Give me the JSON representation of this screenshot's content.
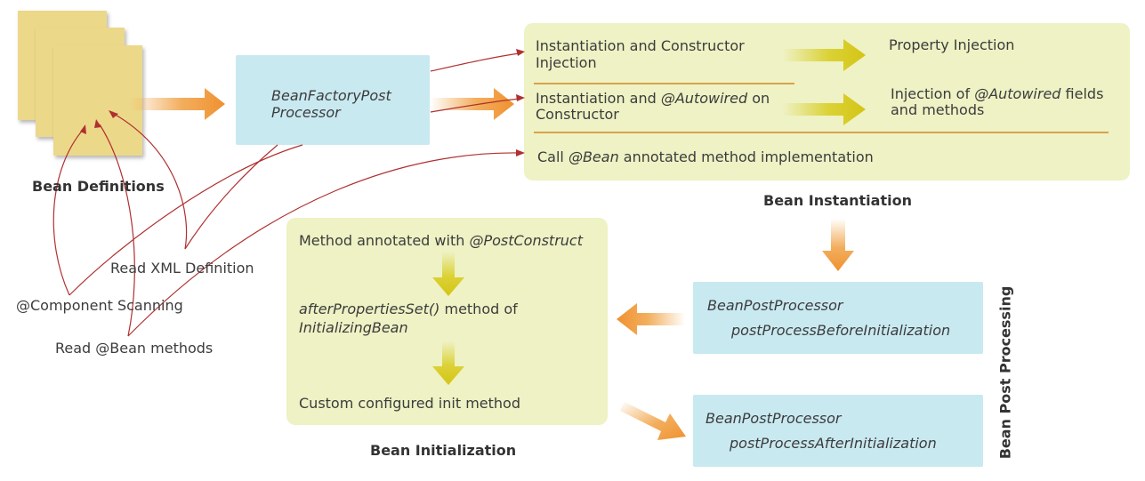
{
  "bean_definitions": {
    "caption": "Bean Definitions"
  },
  "sources": {
    "xml": "Read XML Definition",
    "component": "@Component Scanning",
    "bean_methods": "Read @Bean methods"
  },
  "bfpp": {
    "line1": "BeanFactoryPost",
    "line2": "Processor"
  },
  "instantiation": {
    "caption": "Bean Instantiation",
    "row1_left_1": "Instantiation and Constructor",
    "row1_left_2": "Injection",
    "row1_right": "Property Injection",
    "row2_left_1a": "Instantiation and ",
    "row2_left_1b": "@Autowired",
    "row2_left_1c": " on",
    "row2_left_2": "Constructor",
    "row2_right_1a": "Injection of ",
    "row2_right_1b": "@Autowired",
    "row2_right_1c": " fields",
    "row2_right_2": "and methods",
    "row3_a": "Call ",
    "row3_b": "@Bean",
    "row3_c": " annotated method implementation"
  },
  "initialization": {
    "caption": "Bean Initialization",
    "step1_a": "Method annotated with ",
    "step1_b": "@PostConstruct",
    "step2_a": "afterPropertiesSet()",
    "step2_b": " method of",
    "step2_c": "InitializingBean",
    "step3": "Custom configured init method"
  },
  "bpp_before": {
    "line1": "BeanPostProcessor",
    "line2": "postProcessBeforeInitialization"
  },
  "bpp_after": {
    "line1": "BeanPostProcessor",
    "line2": "postProcessAfterInitialization"
  },
  "post_processing": {
    "caption": "Bean Post Processing"
  },
  "colors": {
    "sheet": "#ecd889",
    "green_box": "#eef2c4",
    "blue_box": "#c9e9f1",
    "orange_arrow": "#f0a040",
    "yellow_arrow": "#d8cc1e",
    "red_curve": "#b03030",
    "divider": "#d9a24c"
  }
}
